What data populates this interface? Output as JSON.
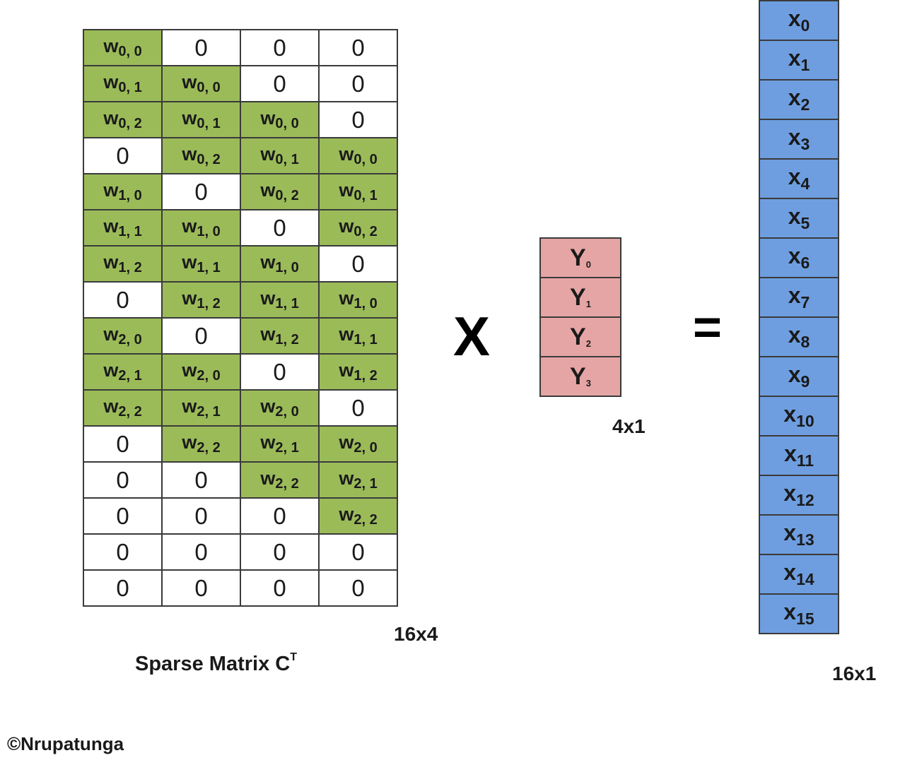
{
  "matrix": {
    "caption": "Sparse Matrix C",
    "caption_superscript": "T",
    "dimension_label": "16x4",
    "rows": [
      [
        "w0,0",
        "0",
        "0",
        "0"
      ],
      [
        "w0,1",
        "w0,0",
        "0",
        "0"
      ],
      [
        "w0,2",
        "w0,1",
        "w0,0",
        "0"
      ],
      [
        "0",
        "w0,2",
        "w0,1",
        "w0,0"
      ],
      [
        "w1,0",
        "0",
        "w0,2",
        "w0,1"
      ],
      [
        "w1,1",
        "w1,0",
        "0",
        "w0,2"
      ],
      [
        "w1,2",
        "w1,1",
        "w1,0",
        "0"
      ],
      [
        "0",
        "w1,2",
        "w1,1",
        "w1,0"
      ],
      [
        "w2,0",
        "0",
        "w1,2",
        "w1,1"
      ],
      [
        "w2,1",
        "w2,0",
        "0",
        "w1,2"
      ],
      [
        "w2,2",
        "w2,1",
        "w2,0",
        "0"
      ],
      [
        "0",
        "w2,2",
        "w2,1",
        "w2,0"
      ],
      [
        "0",
        "0",
        "w2,2",
        "w2,1"
      ],
      [
        "0",
        "0",
        "0",
        "w2,2"
      ],
      [
        "0",
        "0",
        "0",
        "0"
      ],
      [
        "0",
        "0",
        "0",
        "0"
      ]
    ]
  },
  "operator_multiply": "X",
  "operator_equals": "=",
  "y_vector": {
    "cells": [
      "Y0",
      "Y1",
      "Y2",
      "Y3"
    ],
    "dimension_label": "4x1"
  },
  "x_vector": {
    "cells": [
      "x0",
      "x1",
      "x2",
      "x3",
      "x4",
      "x5",
      "x6",
      "x7",
      "x8",
      "x9",
      "x10",
      "x11",
      "x12",
      "x13",
      "x14",
      "x15"
    ],
    "dimension_label": "16x1"
  },
  "copyright": "©Nrupatunga",
  "colors": {
    "weight_cell": "#9bbb59",
    "zero_cell": "#ffffff",
    "y_vector": "#e6a5a5",
    "x_vector": "#6e9ee0"
  }
}
